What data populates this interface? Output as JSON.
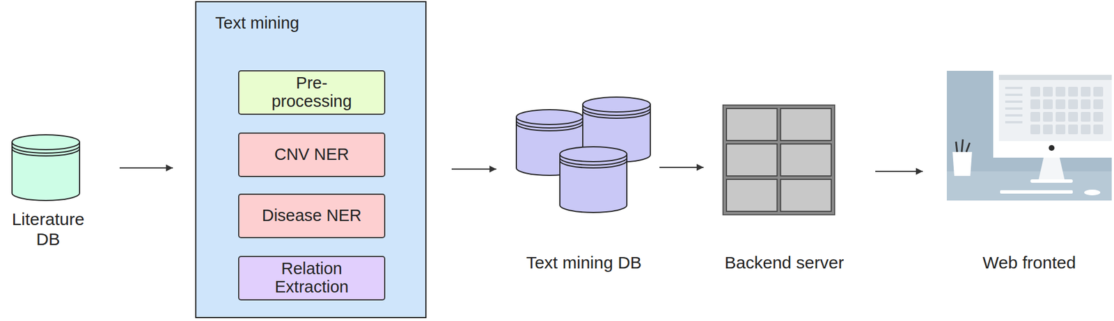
{
  "diagram": {
    "nodes": [
      {
        "text": [
          "Literature DB"
        ]
      },
      {
        "text": [
          "Text mining"
        ]
      },
      {
        "text": [
          "Pre- processing"
        ],
        "in": 1
      },
      {
        "text": [
          "CNV NER"
        ],
        "in": 1
      },
      {
        "text": [
          "Disease NER"
        ],
        "in": 1
      },
      {
        "text": [
          "Relation Extraction"
        ],
        "in": 1
      },
      {
        "text": [
          "Text mining DB"
        ]
      },
      {
        "text": [
          "Backend server"
        ]
      },
      {
        "text": [
          "Web fronted"
        ]
      }
    ],
    "edges": [
      {
        "from": 0,
        "to": 1,
        "arrow": "to"
      },
      {
        "from": 1,
        "to": 6,
        "arrow": "to"
      },
      {
        "from": 6,
        "to": 7,
        "arrow": "to"
      },
      {
        "from": 7,
        "to": 8,
        "arrow": "to"
      }
    ]
  }
}
